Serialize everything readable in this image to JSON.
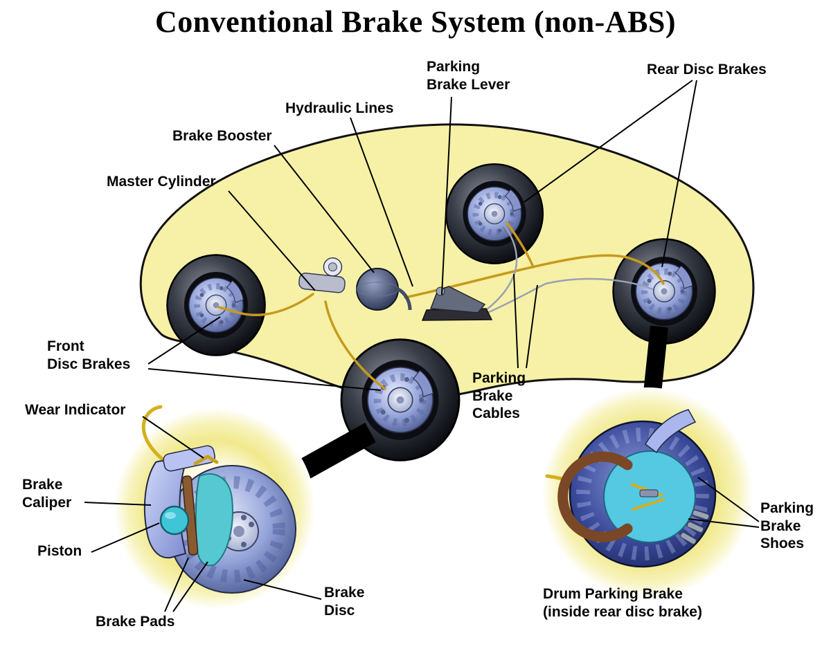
{
  "title": "Conventional Brake System (non-ABS)",
  "labels": {
    "parking_brake_lever": "Parking\nBrake Lever",
    "rear_disc_brakes": "Rear Disc Brakes",
    "hydraulic_lines": "Hydraulic Lines",
    "brake_booster": "Brake Booster",
    "master_cylinder": "Master Cylinder",
    "front_disc_brakes": "Front\nDisc Brakes",
    "wear_indicator": "Wear Indicator",
    "brake_caliper": "Brake\nCaliper",
    "piston": "Piston",
    "brake_pads": "Brake Pads",
    "brake_disc": "Brake\nDisc",
    "parking_brake_cables": "Parking\nBrake\nCables",
    "parking_brake_shoes": "Parking\nBrake\nShoes",
    "drum_parking_brake": "Drum Parking Brake\n(inside rear disc brake)"
  },
  "colors": {
    "car_body_fill": "#f6f1a6",
    "outline_black": "#111111",
    "hydraulic_gold": "#c79a1c",
    "cable_gray": "#9aa0b4",
    "disc_blue": "#93a3d8",
    "caliper_periwinkle": "#aab6f0",
    "piston_cyan": "#3fc4d8",
    "pad_teal": "#55c8d2",
    "shoe_brown": "#7a4826",
    "inset_glow_yellow": "#f1e98c"
  }
}
